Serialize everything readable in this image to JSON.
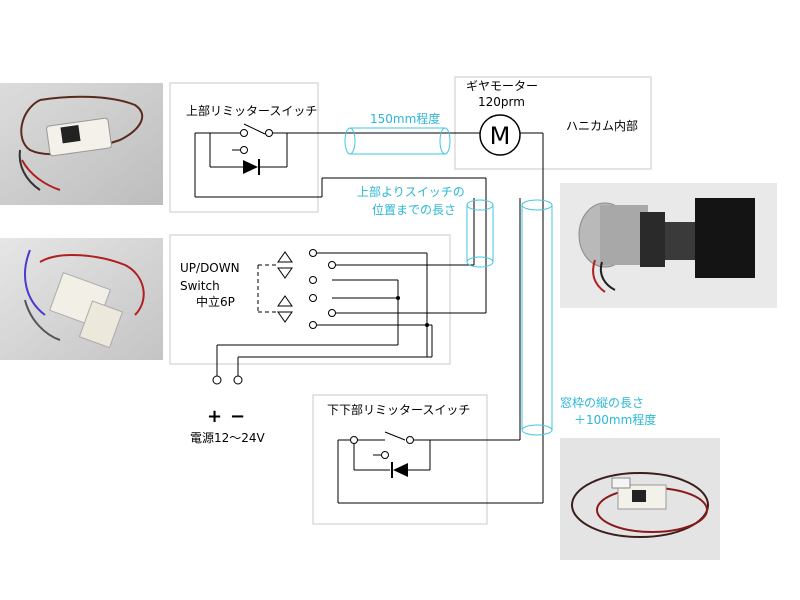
{
  "texts": {
    "upper_switch_title": "上部リミッタースイッチ",
    "gear_motor_line1": "ギヤモーター",
    "gear_motor_line2": "120prm",
    "motor_symbol": "M",
    "honeycomb_label": "ハニカム内部",
    "length_150": "150mm程度",
    "upper_to_switch_line1": "上部よりスイッチの",
    "upper_to_switch_line2": "位置までの長さ",
    "updown_line1": "UP/DOWN",
    "updown_line2": "Switch",
    "updown_line3": "中立6P",
    "plus": "+",
    "minus": "−",
    "power_label": "電源12～24V",
    "lower_switch_title": "下下部リミッタースイッチ",
    "frame_length_line1": "窓枠の縦の長さ",
    "frame_length_line2": "＋100mm程度"
  },
  "photos": {
    "upper_switch_photo": "limit-switch-photo",
    "rocker_switch_photo": "rocker-switch-photo",
    "gear_motor_photo": "gear-motor-photo",
    "lower_switch_photo": "limit-switch-with-cable-photo"
  },
  "colors": {
    "wire": "#000000",
    "tube": "#3fc6e0",
    "annotation": "#2bb7d6",
    "box": "#c8c8c8"
  }
}
